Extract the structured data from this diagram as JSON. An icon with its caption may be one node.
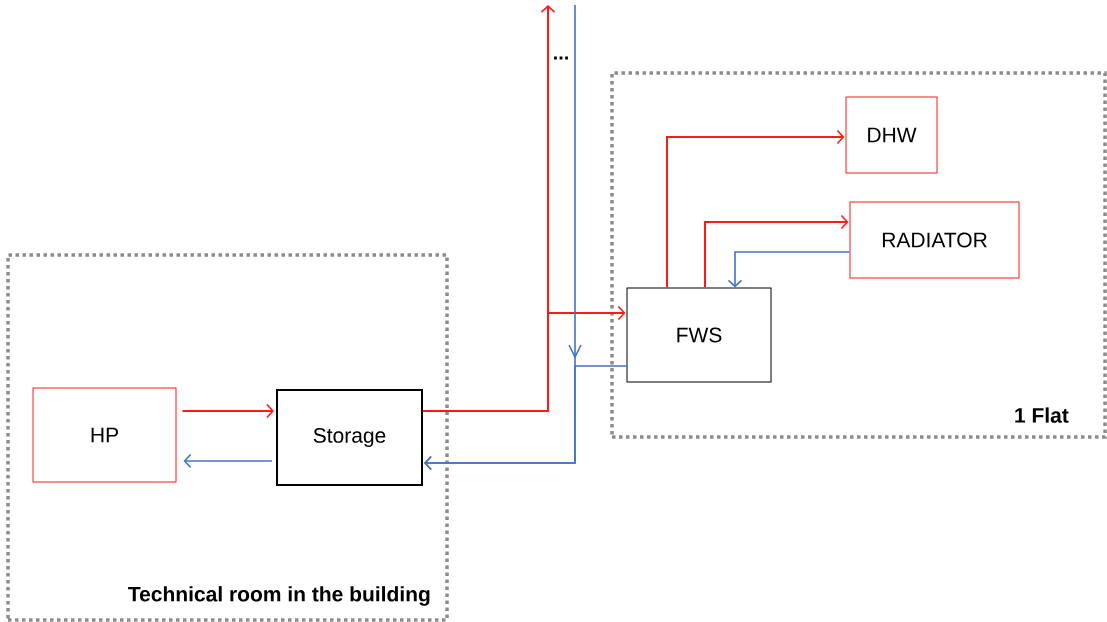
{
  "diagram": {
    "nodes": [
      {
        "text": [
          "Technical room in the building"
        ]
      },
      {
        "text": [
          "HP"
        ],
        "in": 0
      },
      {
        "text": [
          "Storage"
        ],
        "in": 0
      },
      {
        "text": [
          "1 Flat"
        ]
      },
      {
        "text": [
          "FWS"
        ],
        "in": 3
      },
      {
        "text": [
          "DHW"
        ],
        "in": 3
      },
      {
        "text": [
          "RADIATOR"
        ],
        "in": 3
      }
    ],
    "edges": [
      {
        "from": 1,
        "to": 2,
        "arrow": "to"
      },
      {
        "from": 2,
        "to": 1,
        "arrow": "to",
        "color": "#4472c4"
      },
      {
        "from": 2,
        "to": null,
        "arrow": "to"
      },
      {
        "from": 2,
        "to": 4,
        "arrow": "to"
      },
      {
        "from": null,
        "to": 2,
        "arrow": "to",
        "color": "#4472c4"
      },
      {
        "from": 4,
        "to": 2,
        "arrow": "to",
        "color": "#4472c4"
      },
      {
        "from": 4,
        "to": 5,
        "arrow": "to"
      },
      {
        "from": 4,
        "to": 6,
        "arrow": "to"
      },
      {
        "from": 6,
        "to": 4,
        "arrow": "to",
        "color": "#4472c4"
      }
    ],
    "labels": [
      "..."
    ]
  }
}
